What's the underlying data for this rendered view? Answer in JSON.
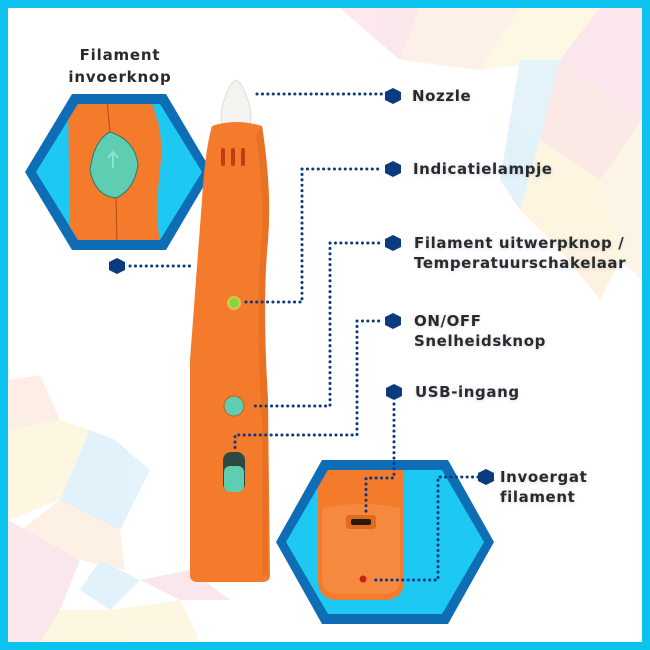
{
  "title": {
    "line1": "Filament",
    "line2": "invoerknop"
  },
  "labels": {
    "nozzle": "Nozzle",
    "indicator": "Indicatielampje",
    "eject_line1": "Filament uitwerpknop /",
    "eject_line2": "Temperatuurschakelaar",
    "power_line1": "ON/OFF",
    "power_line2": "Snelheidsknop",
    "usb": "USB-ingang",
    "feed_line1": "Invoergat",
    "feed_line2": "filament"
  },
  "colors": {
    "border": "#0bc3ee",
    "hex_frame": "#0e6db5",
    "hex_fill": "#1dc9f2",
    "pen": "#f47a2c",
    "button": "#5fcdb2",
    "marker": "#0b3a7e",
    "led": "#7ddc2e"
  },
  "icons": {
    "marker": "hexagon-marker-icon",
    "led": "led-indicator-icon",
    "usb": "usb-port-icon"
  }
}
